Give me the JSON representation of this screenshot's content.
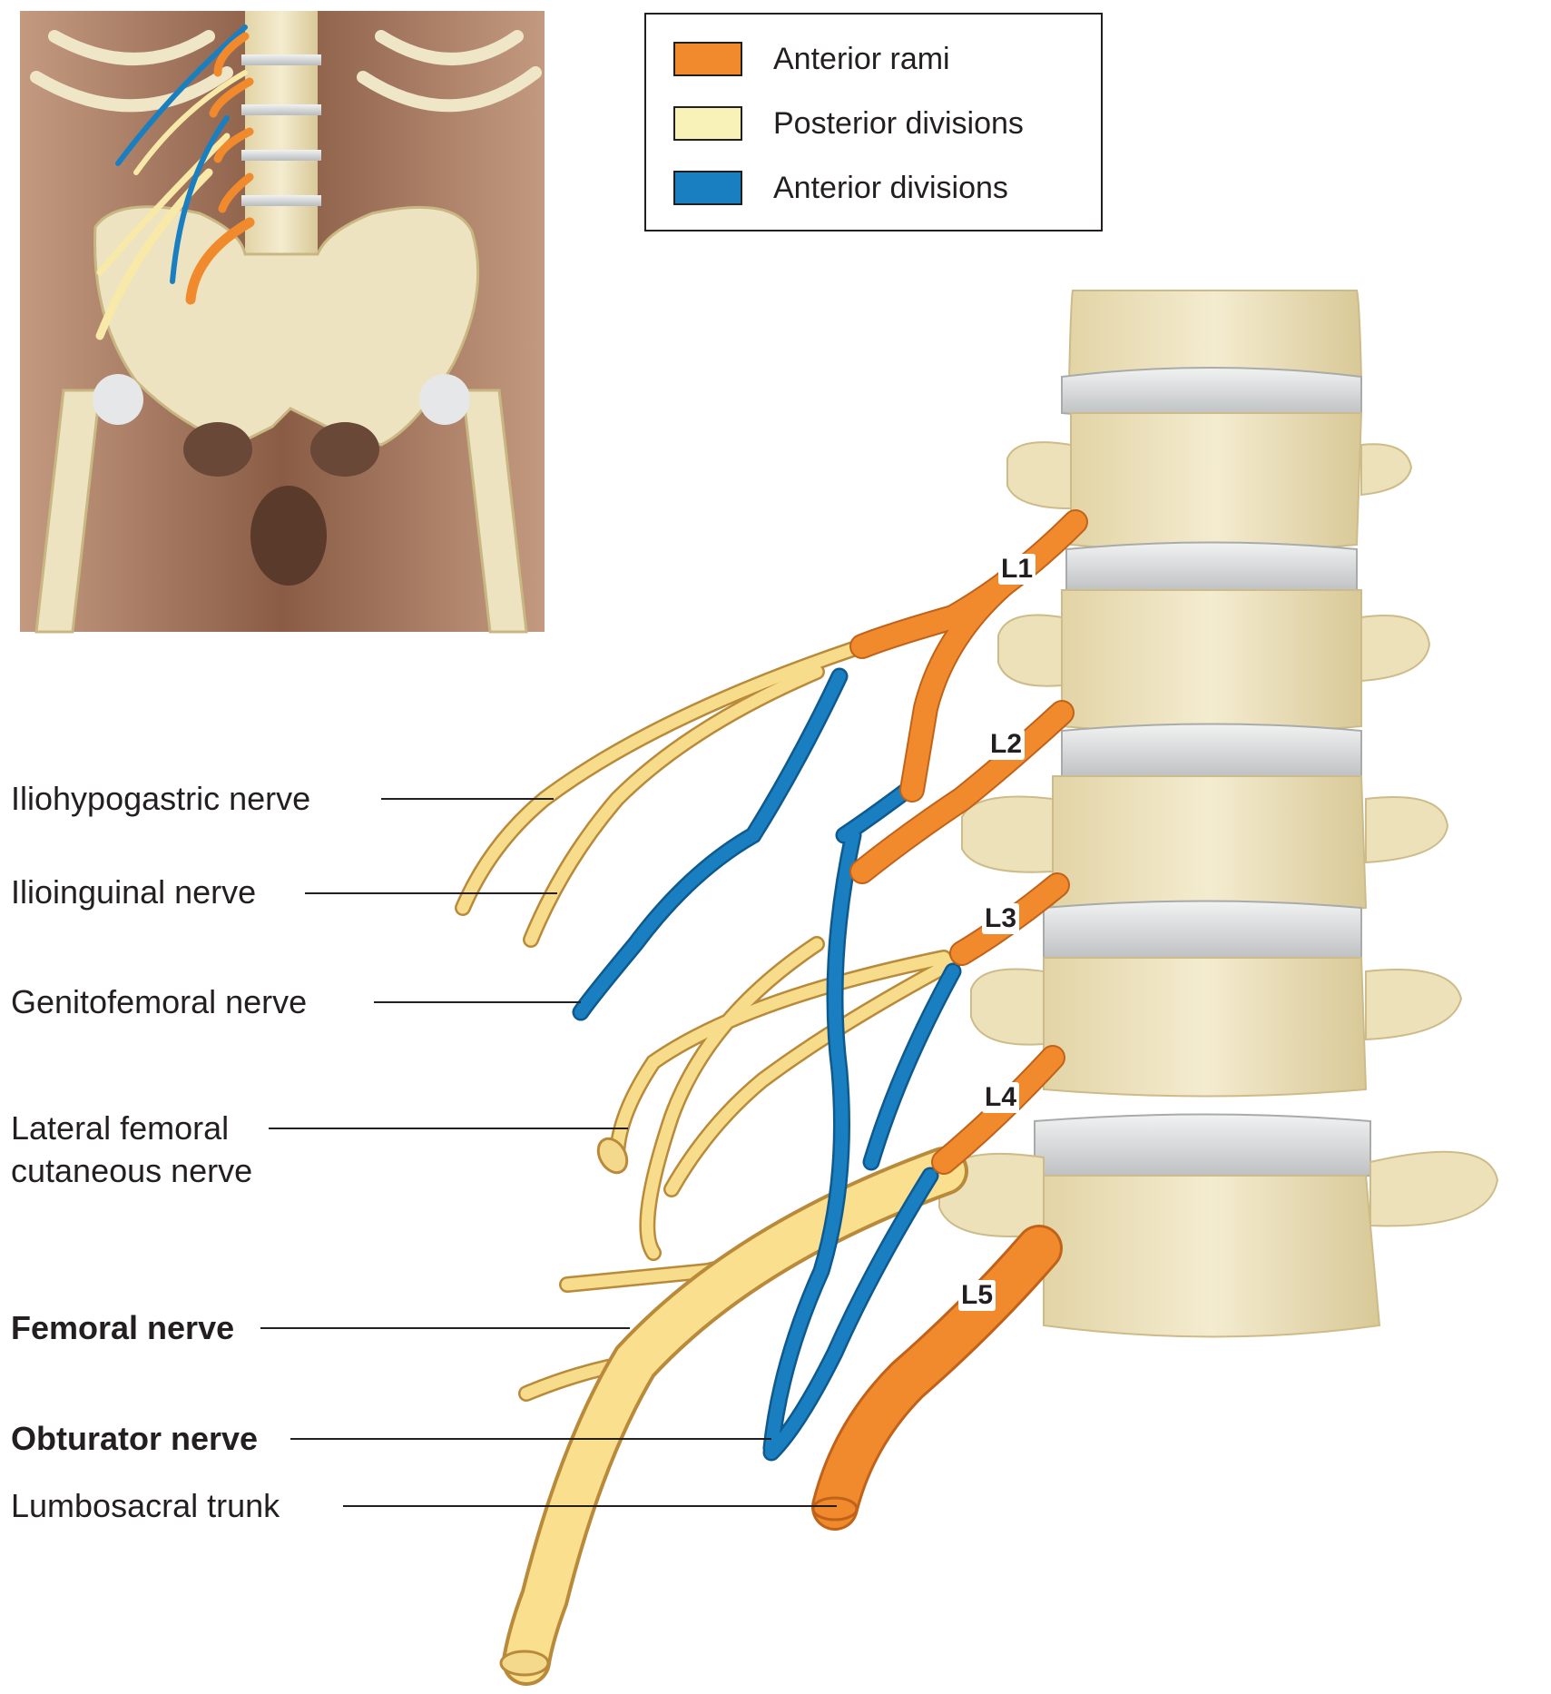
{
  "legend": {
    "items": [
      {
        "label": "Anterior rami",
        "color": "#f08a2c"
      },
      {
        "label": "Posterior divisions",
        "color": "#f8f1b8"
      },
      {
        "label": "Anterior divisions",
        "color": "#1a7fc1"
      }
    ]
  },
  "levels": [
    "L1",
    "L2",
    "L3",
    "L4",
    "L5"
  ],
  "nerve_labels": [
    {
      "text": "Iliohypogastric nerve",
      "bold": false
    },
    {
      "text": "Ilioinguinal nerve",
      "bold": false
    },
    {
      "text": "Genitofemoral nerve",
      "bold": false
    },
    {
      "text": "Lateral femoral\ncutaneous nerve",
      "bold": false
    },
    {
      "text": "Femoral nerve",
      "bold": true
    },
    {
      "text": "Obturator nerve",
      "bold": true
    },
    {
      "text": "Lumbosacral trunk",
      "bold": false
    }
  ],
  "colors": {
    "bone": "#ece2bd",
    "disc": "#d6d8d8",
    "skin": "#9b6e55",
    "nerve_outline": "#b88a3a"
  }
}
